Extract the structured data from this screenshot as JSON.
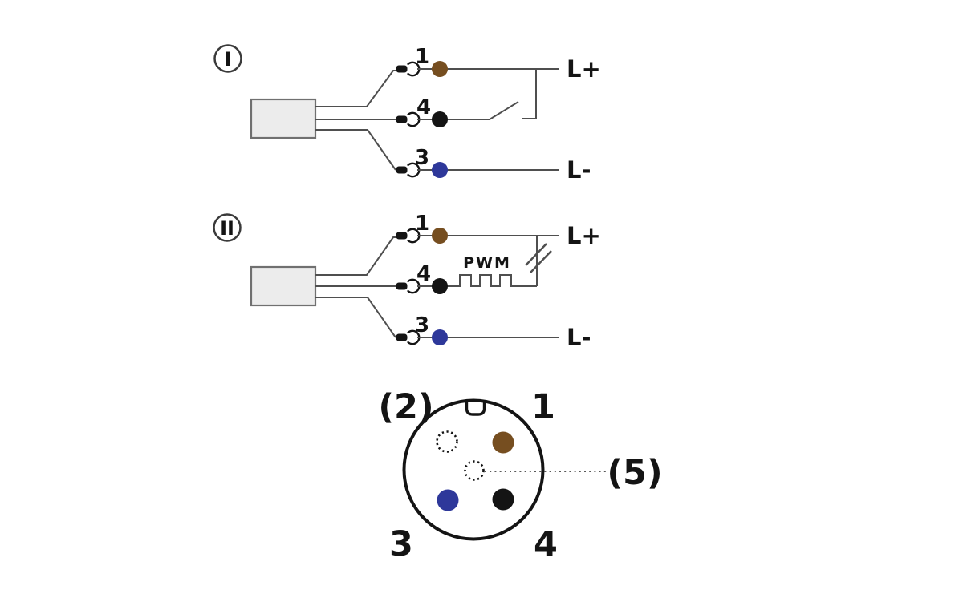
{
  "colors": {
    "wire": "#4f4f4f",
    "outline": "#141414",
    "circle_badge_stroke": "#3a3a3a",
    "box_fill": "#ececec",
    "box_stroke": "#707070",
    "brown": "#764e20",
    "blue": "#2e389a",
    "black_pin": "#141414"
  },
  "circuit_1": {
    "label": "I",
    "pin_top": {
      "number": "1",
      "wire_color": "brown"
    },
    "pin_mid": {
      "number": "4",
      "wire_color": "black"
    },
    "pin_bot": {
      "number": "3",
      "wire_color": "blue"
    },
    "rail_positive": "L+",
    "rail_negative": "L-"
  },
  "circuit_2": {
    "label": "II",
    "pin_top": {
      "number": "1",
      "wire_color": "brown"
    },
    "pin_mid": {
      "number": "4",
      "wire_color": "black"
    },
    "pin_bot": {
      "number": "3",
      "wire_color": "blue"
    },
    "signal_label": "PWM",
    "rail_positive": "L+",
    "rail_negative": "L-"
  },
  "connector_face": {
    "pin1_label": "1",
    "pin2_label": "(2)",
    "pin3_label": "3",
    "pin4_label": "4",
    "pin5_label": "(5)"
  }
}
